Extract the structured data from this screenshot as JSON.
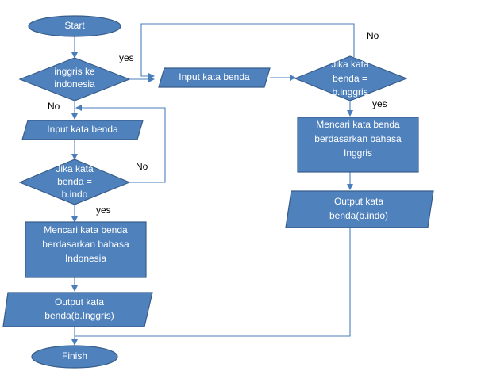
{
  "colors": {
    "shape_fill": "#4F81BD",
    "shape_stroke": "#385D8A",
    "connector": "#4A7EBB",
    "label": "#000000"
  },
  "nodes": {
    "start": {
      "text": "Start"
    },
    "decision_lang": {
      "lines": [
        "inggris ke",
        "indonesia"
      ]
    },
    "input_left": {
      "text": "Input kata benda"
    },
    "decision_left": {
      "lines": [
        "Jika kata",
        "benda =",
        "b.indo"
      ]
    },
    "process_left": {
      "lines": [
        "Mencari kata benda",
        "berdasarkan bahasa",
        "Indonesia"
      ]
    },
    "output_left": {
      "lines": [
        "Output kata",
        "benda(b.Inggris)"
      ]
    },
    "finish": {
      "text": "Finish"
    },
    "input_right": {
      "text": "Input kata benda"
    },
    "decision_right": {
      "lines": [
        "Jika kata",
        "benda =",
        "b.inggris"
      ]
    },
    "process_right": {
      "lines": [
        "Mencari kata benda",
        "berdasarkan bahasa",
        "Inggris"
      ]
    },
    "output_right": {
      "lines": [
        "Output kata",
        "benda(b.indo)"
      ]
    }
  },
  "edge_labels": {
    "yes_top": "yes",
    "no_left_main": "No",
    "no_left_loop": "No",
    "yes_left": "yes",
    "no_right_top": "No",
    "yes_right": "yes"
  }
}
